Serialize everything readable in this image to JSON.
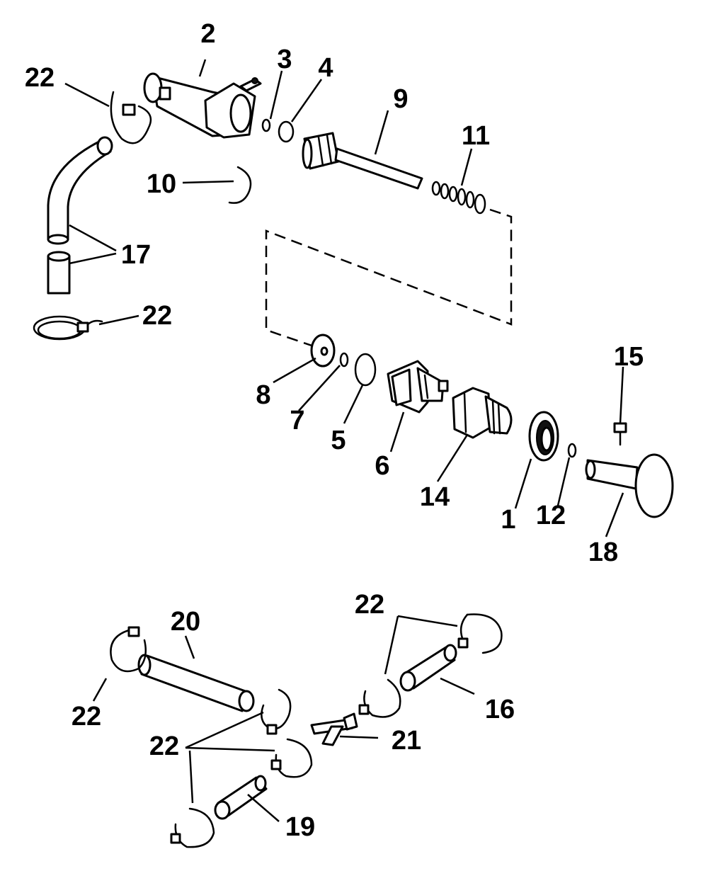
{
  "diagram": {
    "callouts": {
      "c1": "1",
      "c2": "2",
      "c3": "3",
      "c4": "4",
      "c5": "5",
      "c6": "6",
      "c7": "7",
      "c8": "8",
      "c9": "9",
      "c10": "10",
      "c11": "11",
      "c12": "12",
      "c14": "14",
      "c15": "15",
      "c16": "16",
      "c17": "17",
      "c18": "18",
      "c19": "19",
      "c20": "20",
      "c21": "21",
      "c22a": "22",
      "c22b": "22",
      "c22c": "22",
      "c22d": "22",
      "c22e": "22"
    }
  }
}
